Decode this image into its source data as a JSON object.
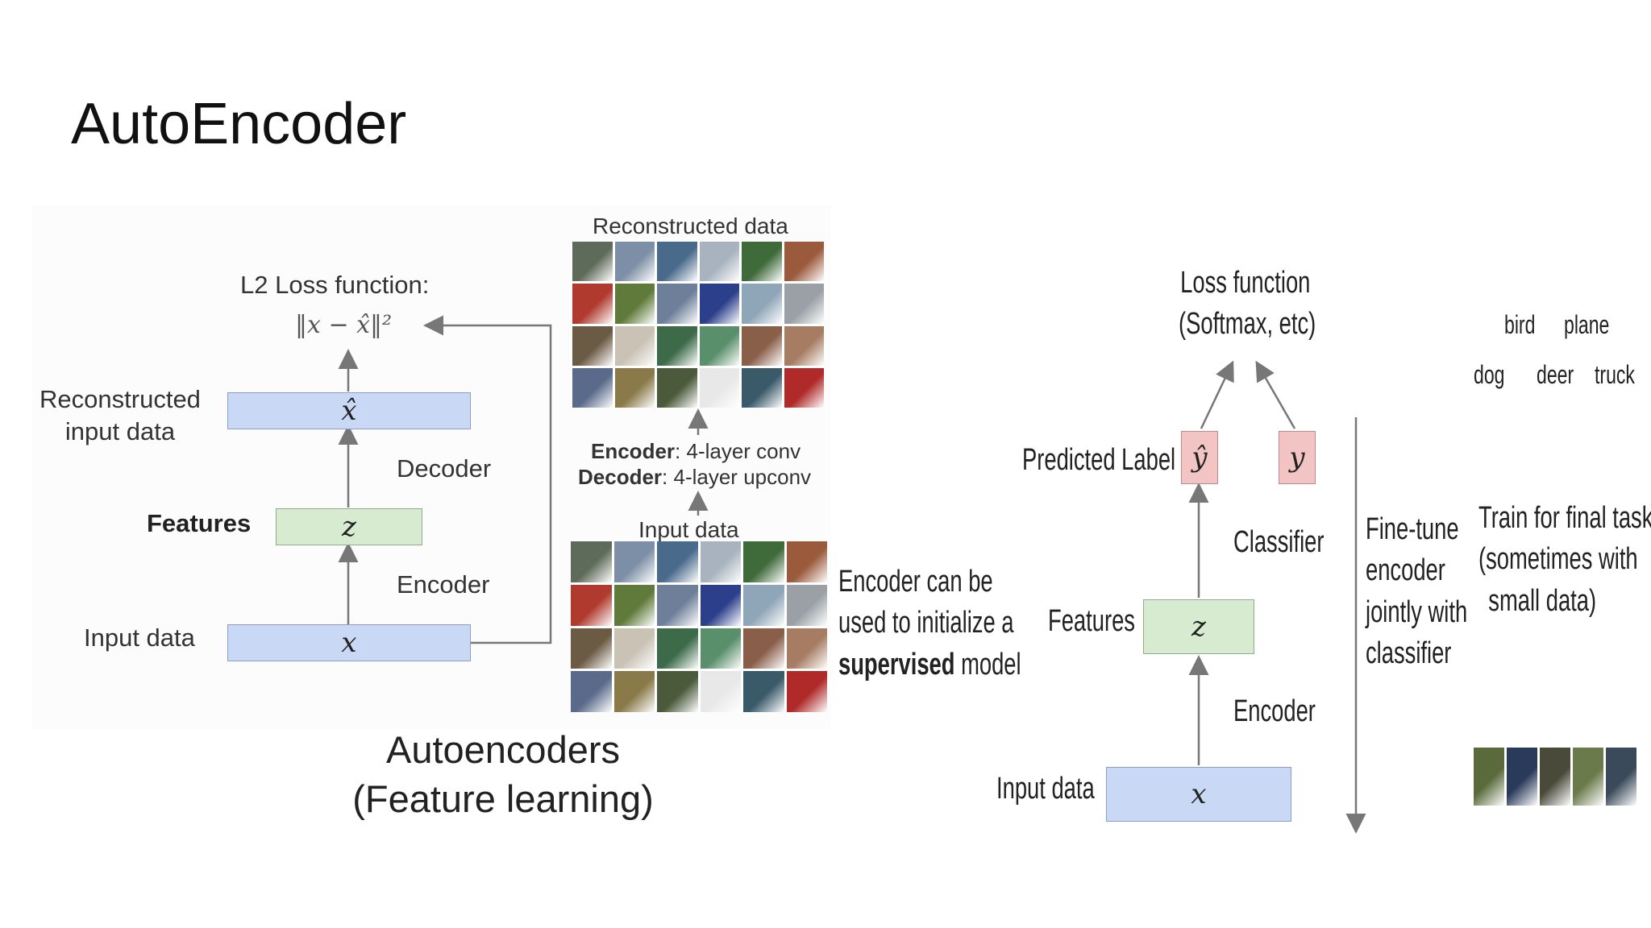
{
  "slide": {
    "title": "AutoEncoder"
  },
  "left": {
    "loss_title": "L2 Loss function:",
    "loss_formula": "‖x − x̂‖²",
    "reconstructed_label_line1": "Reconstructed",
    "reconstructed_label_line2": "input data",
    "decoder_label": "Decoder",
    "features_label": "Features",
    "encoder_label": "Encoder",
    "input_label": "Input data",
    "box_xhat": "x̂",
    "box_z": "z",
    "box_x": "x",
    "caption_line1": "Autoencoders",
    "caption_line2": "(Feature learning)"
  },
  "middle": {
    "reconstructed_title": "Reconstructed data",
    "encoder_bold": "Encoder",
    "encoder_rest": ": 4-layer conv",
    "decoder_bold": "Decoder",
    "decoder_rest": ": 4-layer upconv",
    "input_title": "Input data",
    "note_line1": "Encoder can be",
    "note_line2": "used to initialize a",
    "note_bold": "supervised",
    "note_rest": " model",
    "thumb_colors": [
      "#5f6b5a",
      "#7d8fa6",
      "#4a6a8c",
      "#a8b3bf",
      "#3f6a3a",
      "#9b5a3c",
      "#b03a2e",
      "#5f7a3a",
      "#6e7f9a",
      "#2c3f8a",
      "#8fa5b8",
      "#9aa0a6",
      "#6b5a44",
      "#c9c2b5",
      "#3d6b4a",
      "#5a8f6b",
      "#8a5f4a",
      "#a67c62",
      "#5a6a8a",
      "#8a7a4a",
      "#4a5a3a",
      "#e8e8e8",
      "#3a5a6a",
      "#b02a2a"
    ]
  },
  "right": {
    "loss_line1": "Loss function",
    "loss_line2": "(Softmax, etc)",
    "predicted_label": "Predicted Label",
    "box_yhat": "ŷ",
    "box_y": "y",
    "classifier_label": "Classifier",
    "features_label": "Features",
    "box_z": "z",
    "encoder_label": "Encoder",
    "input_label": "Input data",
    "box_x": "x",
    "finetune_line1": "Fine-tune",
    "finetune_line2": "encoder",
    "finetune_line3": "jointly with",
    "finetune_line4": "classifier",
    "train_line1": "Train for final task",
    "train_line2": "(sometimes with",
    "train_line3": "small data)",
    "class_bird": "bird",
    "class_plane": "plane",
    "class_dog": "dog",
    "class_deer": "deer",
    "class_truck": "truck",
    "small_thumb_colors": [
      "#5a6a3a",
      "#2a3a5a",
      "#4a4a3a",
      "#6a7a4a",
      "#3a4a5a"
    ]
  },
  "colors": {
    "blue_box": "#c9d9f5",
    "green_box": "#d6ebcf",
    "pink_box": "#f3c4c4",
    "arrow": "#777777"
  }
}
